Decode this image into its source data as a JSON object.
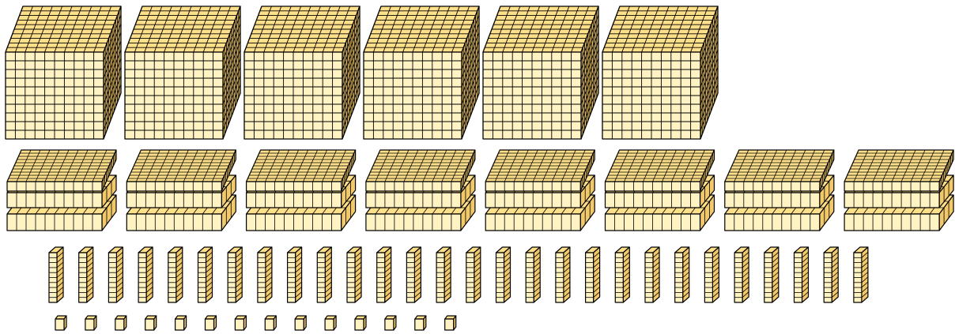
{
  "blocks": {
    "thousands": 6,
    "hundreds": 8,
    "tens": 28,
    "ones": 14
  },
  "colors": {
    "top": "#ffe08a",
    "front": "#fff3c4",
    "side": "#f2c96a",
    "edge": "#000000",
    "background": "#ffffff"
  }
}
